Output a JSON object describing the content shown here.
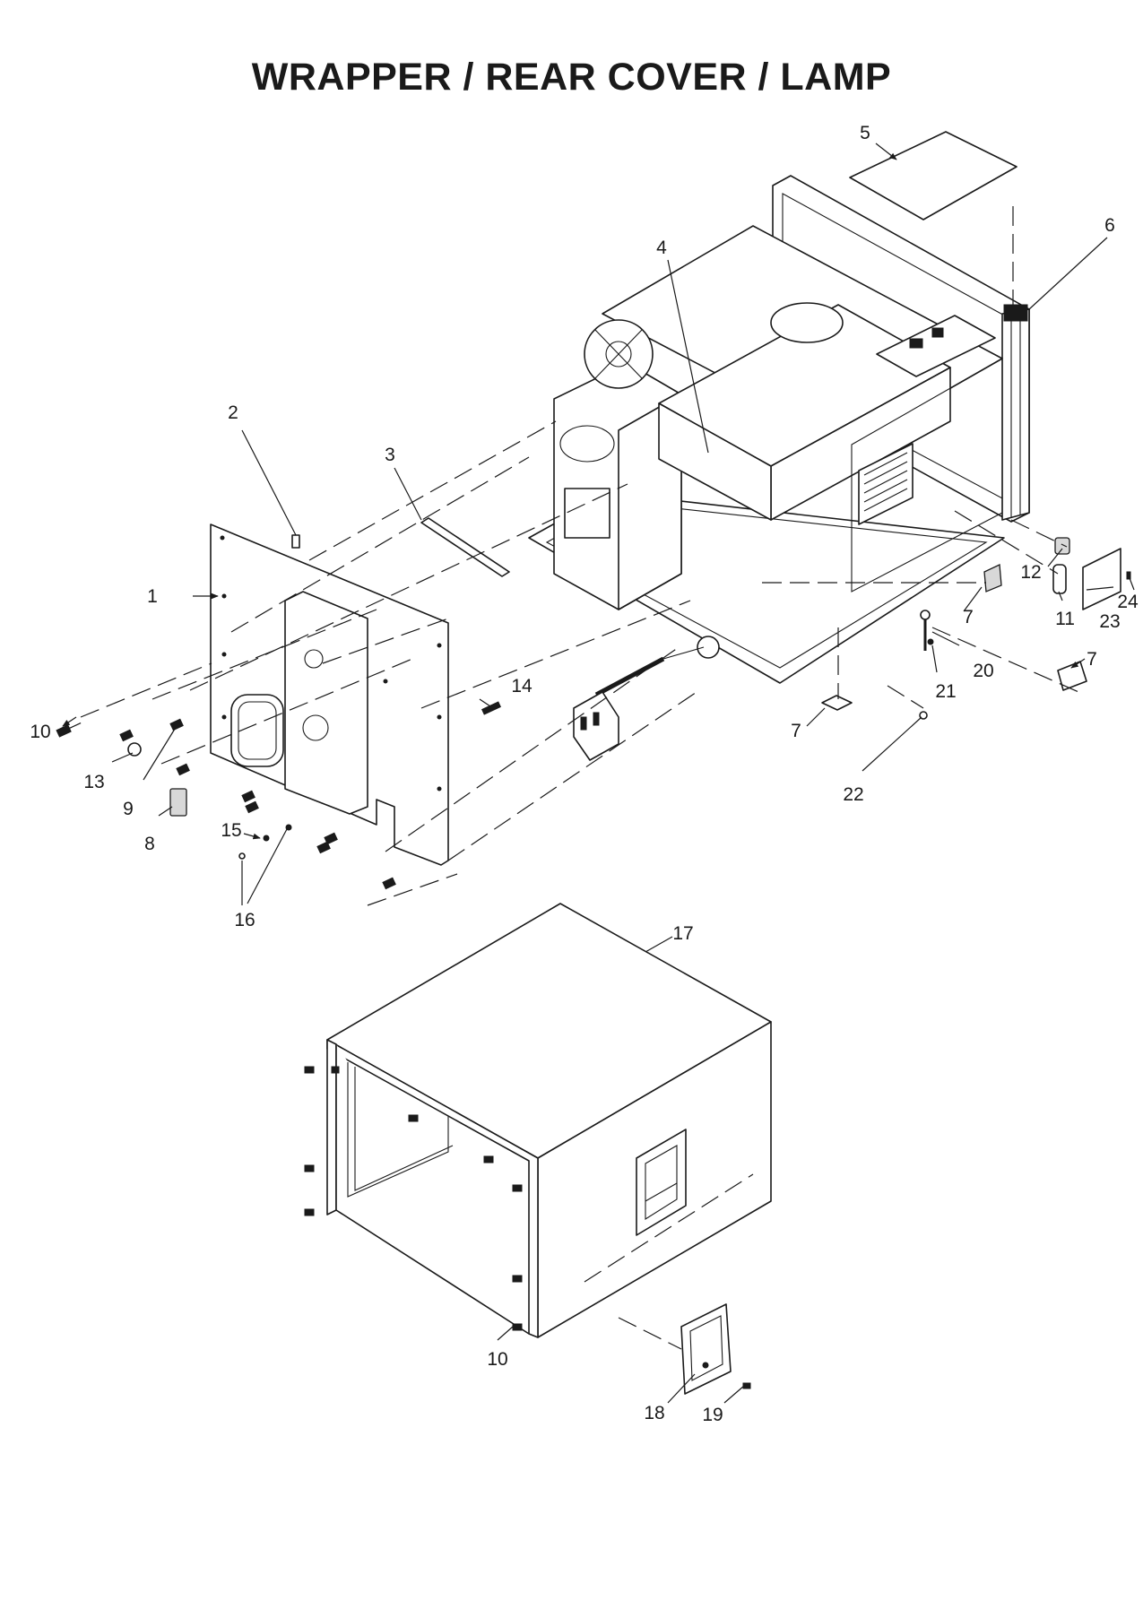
{
  "title": "WRAPPER / REAR COVER / LAMP",
  "callouts": [
    "1",
    "2",
    "3",
    "4",
    "5",
    "6",
    "7",
    "8",
    "9",
    "10",
    "11",
    "12",
    "13",
    "14",
    "15",
    "16",
    "17",
    "18",
    "19",
    "20",
    "21",
    "22",
    "23",
    "24"
  ],
  "colors": {
    "line": "#1a1a1a",
    "background": "#ffffff",
    "shade": "#d8d8d8"
  }
}
